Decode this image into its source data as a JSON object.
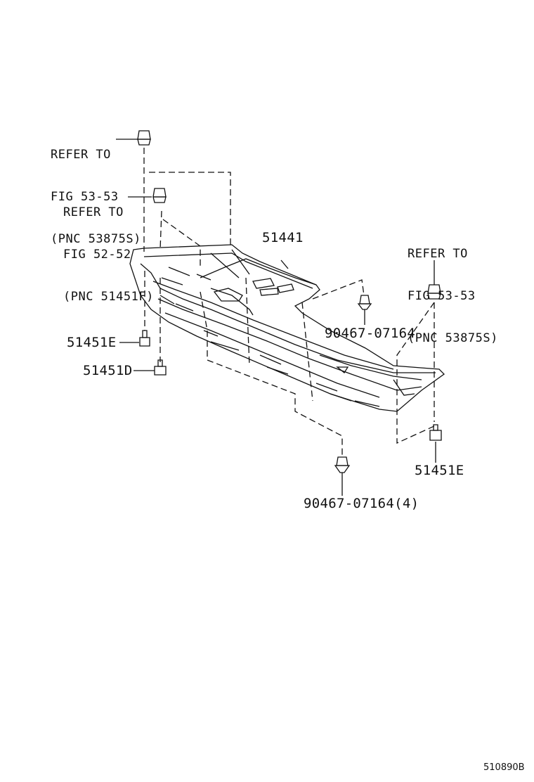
{
  "callouts": {
    "refer_top": [
      "REFER TO",
      "FIG 53-53",
      "(PNC 53875S)"
    ],
    "refer_mid": [
      "REFER TO",
      "FIG 52-52",
      "(PNC 51451F)"
    ],
    "refer_right": [
      "REFER TO",
      "FIG 53-53",
      "(PNC 53875S)"
    ]
  },
  "parts": {
    "cover": "51441",
    "bolt_left_e": "51451E",
    "bolt_left_d": "51451D",
    "clip_mid": "90467-07164",
    "clip_bottom": "90467-07164(4)",
    "bolt_right_e": "51451E"
  },
  "figure_code": "510890B"
}
